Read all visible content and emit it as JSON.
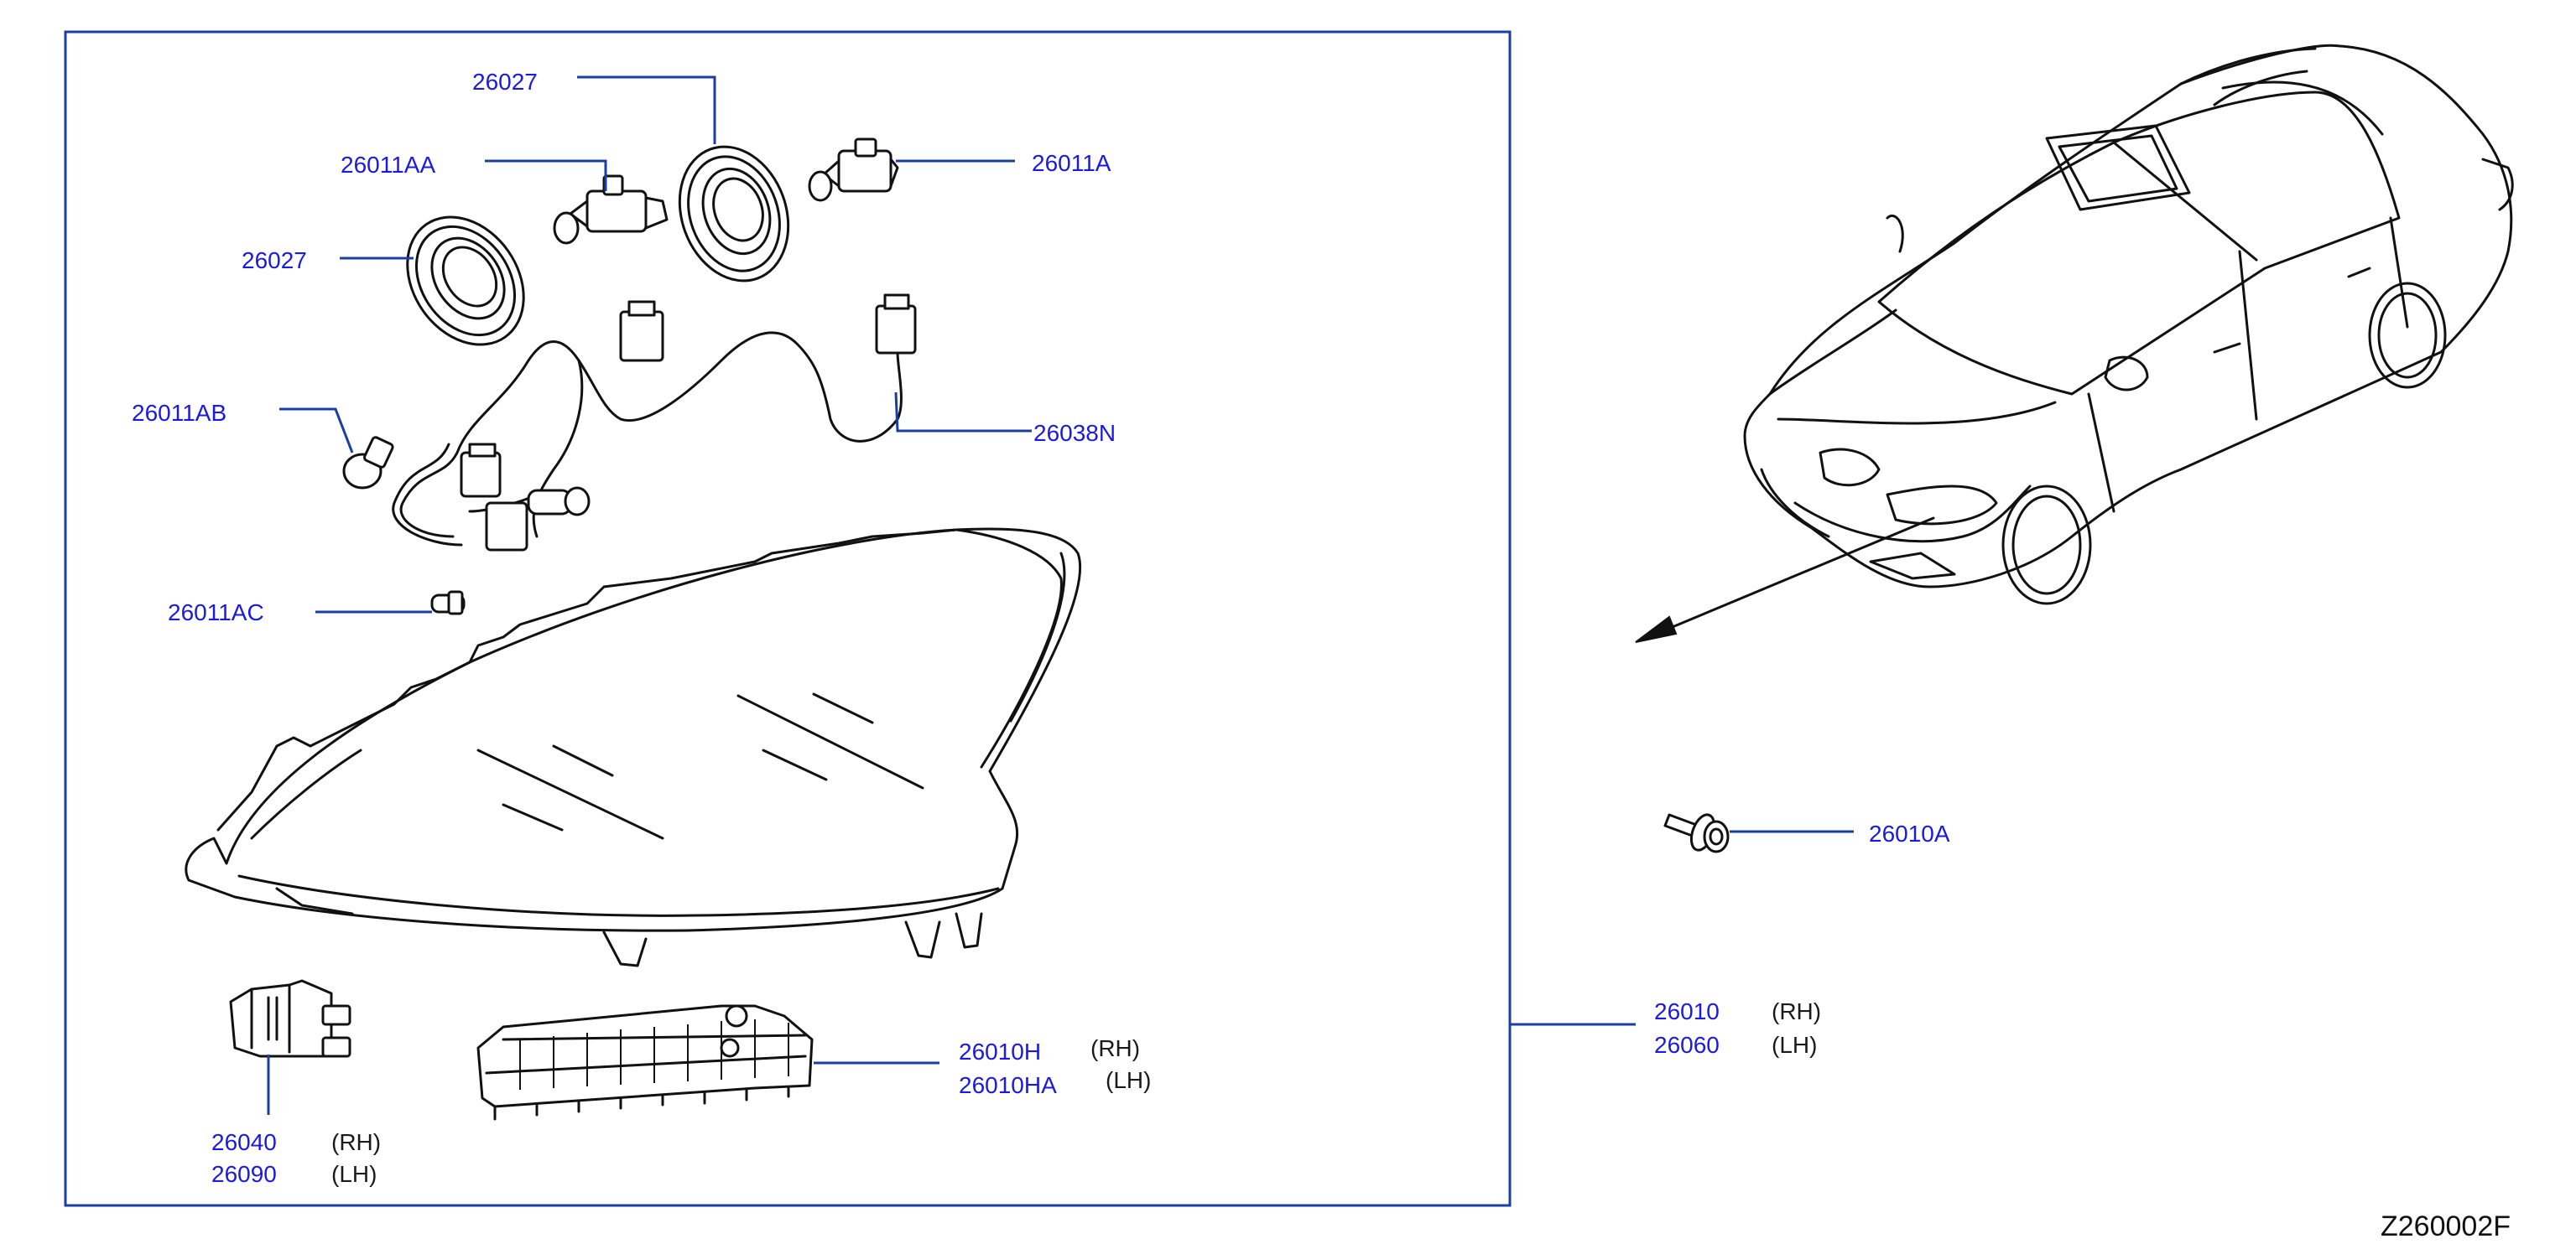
{
  "diagram": {
    "frame_color": "#1a3fa0",
    "label_color": "#1a1ae0",
    "reference_code": "Z260002F",
    "labels": {
      "l26027_top": "26027",
      "l26011aa": "26011AA",
      "l26011a": "26011A",
      "l26027_left": "26027",
      "l26011ab": "26011AB",
      "l26038n": "26038N",
      "l26011ac": "26011AC",
      "l26010a": "26010A",
      "l26010": "26010",
      "l26010_side": "(RH)",
      "l26060": "26060",
      "l26060_side": "(LH)",
      "l26010h": "26010H",
      "l26010h_side": "(RH)",
      "l26010ha": "26010HA",
      "l26010ha_side": "(LH)",
      "l26040": "26040",
      "l26040_side": "(RH)",
      "l26090": "26090",
      "l26090_side": "(LH)"
    },
    "icons": [
      "headlamp-assembly",
      "bulb-socket-cap",
      "halogen-bulb",
      "wedge-bulb",
      "wiring-harness",
      "control-unit",
      "mounting-bracket",
      "flange-bolt",
      "sedan-car",
      "direction-arrow"
    ]
  }
}
